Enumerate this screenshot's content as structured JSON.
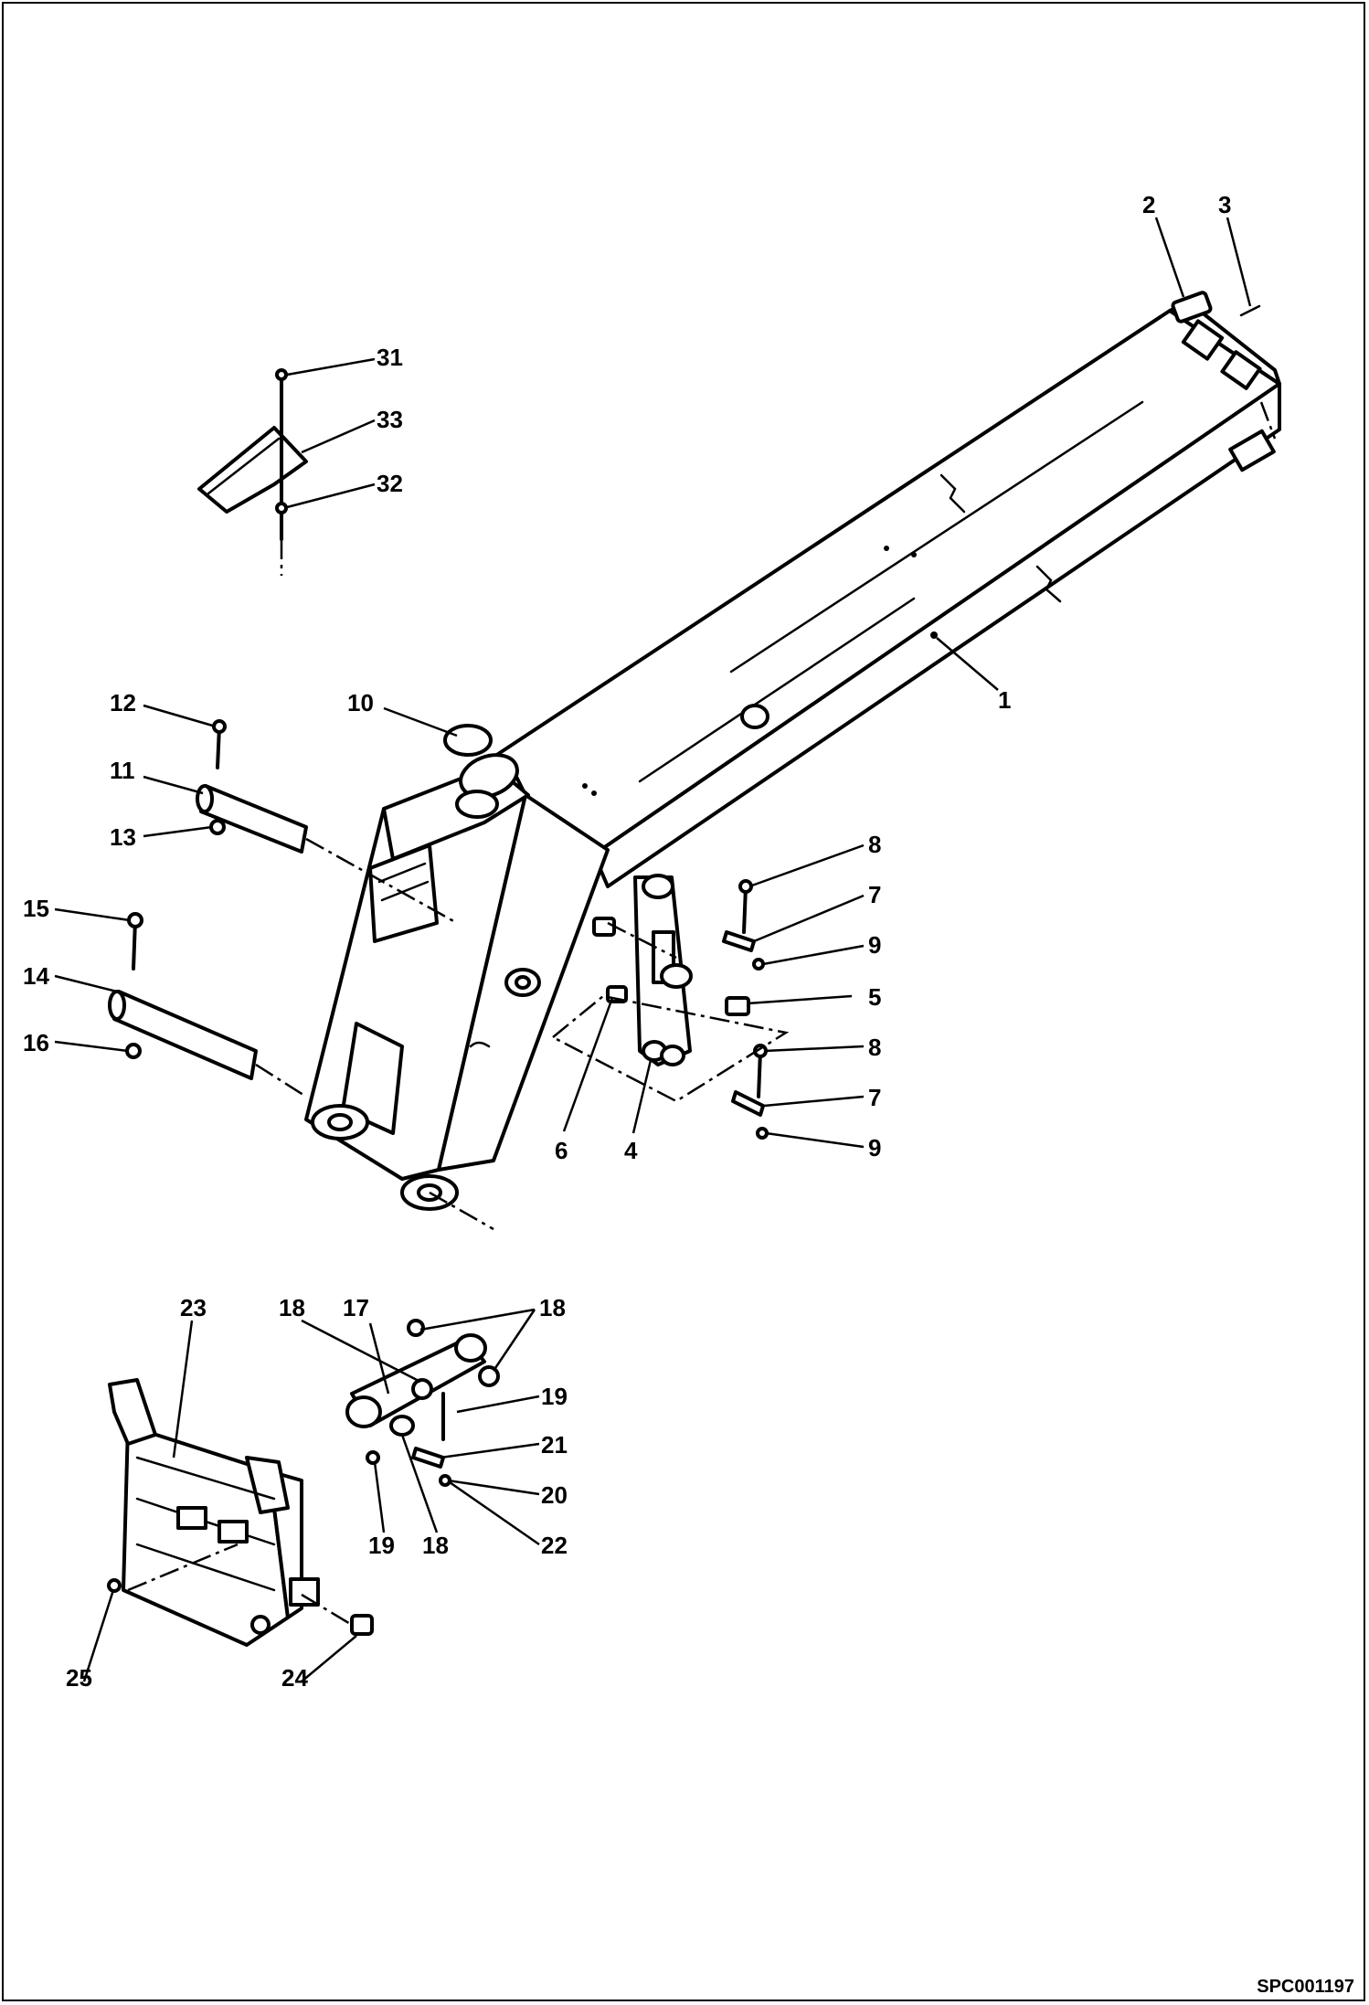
{
  "diagram": {
    "drawing_code": "SPC001197",
    "callouts": [
      {
        "id": "c1",
        "text": "1"
      },
      {
        "id": "c2",
        "text": "2"
      },
      {
        "id": "c3",
        "text": "3"
      },
      {
        "id": "c4",
        "text": "4"
      },
      {
        "id": "c5",
        "text": "5"
      },
      {
        "id": "c6",
        "text": "6"
      },
      {
        "id": "c7a",
        "text": "7"
      },
      {
        "id": "c7b",
        "text": "7"
      },
      {
        "id": "c8a",
        "text": "8"
      },
      {
        "id": "c8b",
        "text": "8"
      },
      {
        "id": "c9a",
        "text": "9"
      },
      {
        "id": "c9b",
        "text": "9"
      },
      {
        "id": "c10",
        "text": "10"
      },
      {
        "id": "c11",
        "text": "11"
      },
      {
        "id": "c12",
        "text": "12"
      },
      {
        "id": "c13",
        "text": "13"
      },
      {
        "id": "c14",
        "text": "14"
      },
      {
        "id": "c15",
        "text": "15"
      },
      {
        "id": "c16",
        "text": "16"
      },
      {
        "id": "c17",
        "text": "17"
      },
      {
        "id": "c18a",
        "text": "18"
      },
      {
        "id": "c18b",
        "text": "18"
      },
      {
        "id": "c18c",
        "text": "18"
      },
      {
        "id": "c19a",
        "text": "19"
      },
      {
        "id": "c19b",
        "text": "19"
      },
      {
        "id": "c20",
        "text": "20"
      },
      {
        "id": "c21",
        "text": "21"
      },
      {
        "id": "c22",
        "text": "22"
      },
      {
        "id": "c23",
        "text": "23"
      },
      {
        "id": "c24",
        "text": "24"
      },
      {
        "id": "c25",
        "text": "25"
      },
      {
        "id": "c31",
        "text": "31"
      },
      {
        "id": "c32",
        "text": "32"
      },
      {
        "id": "c33",
        "text": "33"
      }
    ]
  }
}
